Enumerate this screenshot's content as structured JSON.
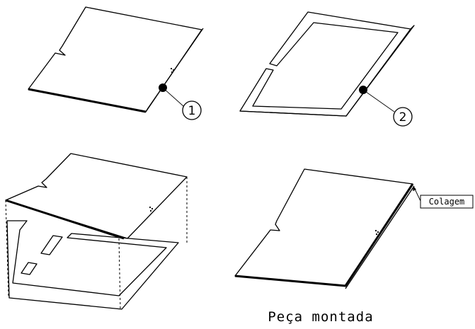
{
  "parts": [
    {
      "id": "plate",
      "label": "1"
    },
    {
      "id": "frame",
      "label": "2"
    }
  ],
  "glue_label": "Colagem",
  "caption": "Peça montada"
}
